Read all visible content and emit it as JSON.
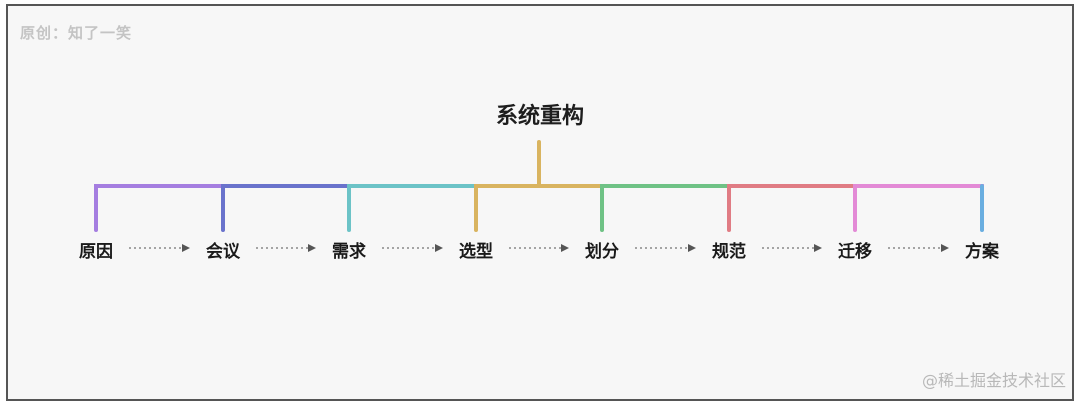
{
  "watermark_top": "原创：知了一笑",
  "title": "系统重构",
  "steps": [
    {
      "label": "原因",
      "color": "#a57ee0"
    },
    {
      "label": "会议",
      "color": "#6a73cc"
    },
    {
      "label": "需求",
      "color": "#6cc3c7"
    },
    {
      "label": "选型",
      "color": "#d9b460"
    },
    {
      "label": "划分",
      "color": "#6fc285"
    },
    {
      "label": "规范",
      "color": "#e07c84"
    },
    {
      "label": "迁移",
      "color": "#e38ad6"
    },
    {
      "label": "方案",
      "color": "#6aaee0"
    }
  ],
  "root_color": "#d9b460",
  "arrow_color": "#888888",
  "watermark_bottom": "@稀土掘金技术社区"
}
